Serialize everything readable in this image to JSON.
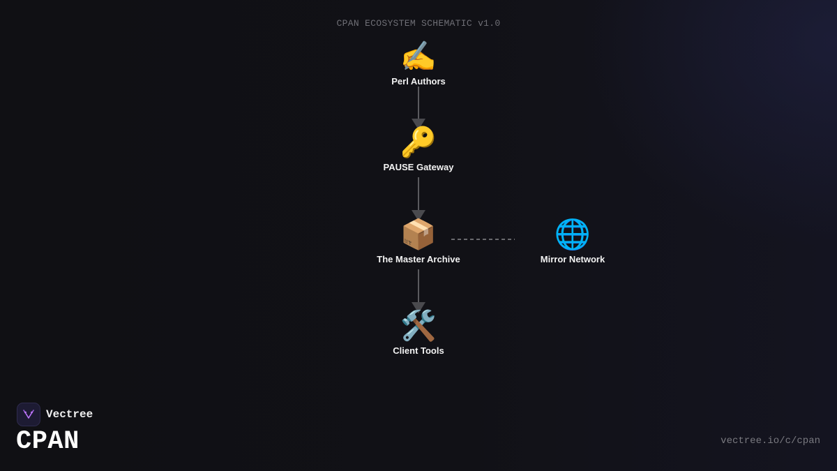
{
  "header": {
    "schematic_title": "CPAN ECOSYSTEM SCHEMATIC v1.0"
  },
  "nodes": [
    {
      "id": "authors",
      "emoji": "✍️",
      "icon_name": "writing-hand-icon",
      "label": "Perl Authors"
    },
    {
      "id": "pause",
      "emoji": "🔑",
      "icon_name": "key-icon",
      "label": "PAUSE Gateway"
    },
    {
      "id": "archive",
      "emoji": "📦",
      "icon_name": "package-icon",
      "label": "The Master Archive"
    },
    {
      "id": "mirror",
      "emoji": "🌐",
      "icon_name": "globe-icon",
      "label": "Mirror Network"
    },
    {
      "id": "tools",
      "emoji": "🛠️",
      "icon_name": "tools-icon",
      "label": "Client Tools"
    }
  ],
  "edges": [
    {
      "from": "authors",
      "to": "pause",
      "style": "solid-arrow"
    },
    {
      "from": "pause",
      "to": "archive",
      "style": "solid-arrow"
    },
    {
      "from": "archive",
      "to": "tools",
      "style": "solid-arrow"
    },
    {
      "from": "archive",
      "to": "mirror",
      "style": "dashed"
    }
  ],
  "footer": {
    "brand_name": "Vectree",
    "product_name": "CPAN",
    "url": "vectree.io/c/cpan"
  },
  "colors": {
    "background": "#111115",
    "connector": "#5a5a5e",
    "muted_text": "#6f6f76",
    "logo_accent": "#a15fe0"
  }
}
